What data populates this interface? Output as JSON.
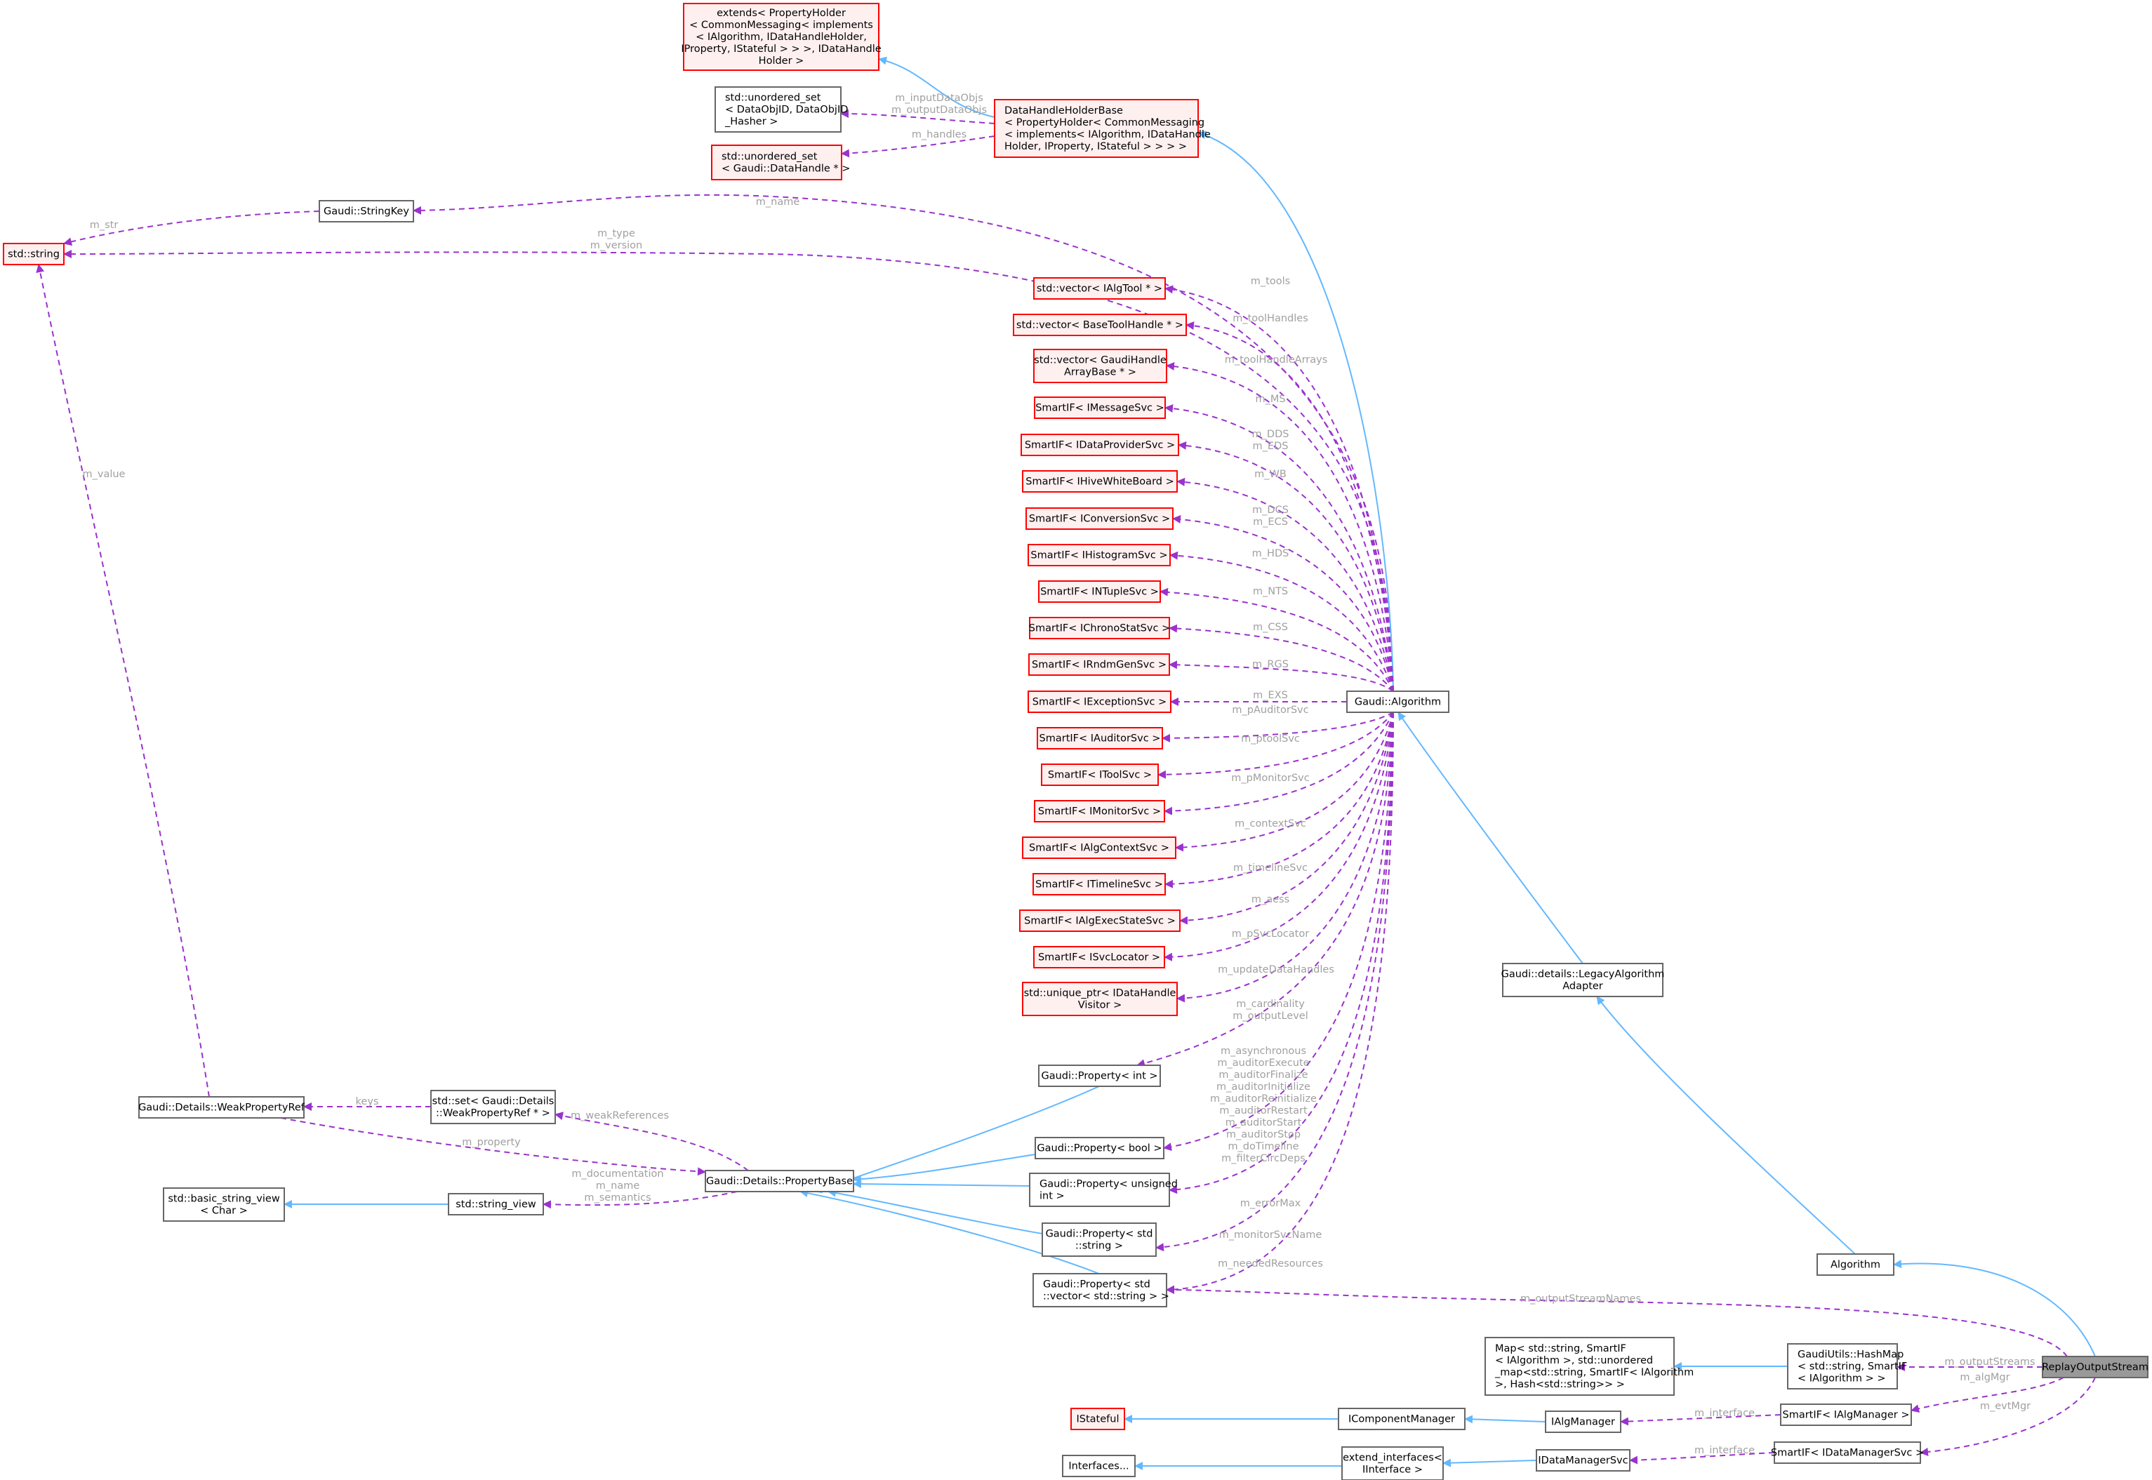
{
  "nodes": [
    {
      "id": "extends_ph",
      "lines": [
        "extends< PropertyHolder",
        "< CommonMessaging< implements",
        "< IAlgorithm, IDataHandleHolder,",
        "IProperty, IStateful > > >, IDataHandle",
        "Holder >"
      ],
      "style": "red",
      "align": "center"
    },
    {
      "id": "dhhb",
      "lines": [
        "DataHandleHolderBase",
        "< PropertyHolder< CommonMessaging",
        "< implements< IAlgorithm, IDataHandle",
        "Holder, IProperty, IStateful > > > >"
      ],
      "style": "red",
      "align": "left"
    },
    {
      "id": "uset_dataobj",
      "lines": [
        "std::unordered_set",
        "< DataObjID, DataObjID",
        "_Hasher >"
      ],
      "style": "plain",
      "align": "left"
    },
    {
      "id": "uset_datahandle",
      "lines": [
        "std::unordered_set",
        "< Gaudi::DataHandle * >"
      ],
      "style": "red",
      "align": "left"
    },
    {
      "id": "stringkey",
      "lines": [
        "Gaudi::StringKey"
      ],
      "style": "plain",
      "align": "center"
    },
    {
      "id": "stdstring",
      "lines": [
        "std::string"
      ],
      "style": "red",
      "align": "center"
    },
    {
      "id": "vec_algtool",
      "lines": [
        "std::vector< IAlgTool * >"
      ],
      "style": "red",
      "align": "center"
    },
    {
      "id": "vec_basetoolhandle",
      "lines": [
        "std::vector< BaseToolHandle * >"
      ],
      "style": "red",
      "align": "center"
    },
    {
      "id": "vec_gaudihandle",
      "lines": [
        "std::vector< GaudiHandle",
        "ArrayBase * >"
      ],
      "style": "red",
      "align": "center"
    },
    {
      "id": "sif_msg",
      "lines": [
        "SmartIF< IMessageSvc >"
      ],
      "style": "red",
      "align": "center"
    },
    {
      "id": "sif_dataprov",
      "lines": [
        "SmartIF< IDataProviderSvc >"
      ],
      "style": "red",
      "align": "center"
    },
    {
      "id": "sif_hive",
      "lines": [
        "SmartIF< IHiveWhiteBoard >"
      ],
      "style": "red",
      "align": "center"
    },
    {
      "id": "sif_conv",
      "lines": [
        "SmartIF< IConversionSvc >"
      ],
      "style": "red",
      "align": "center"
    },
    {
      "id": "sif_hist",
      "lines": [
        "SmartIF< IHistogramSvc >"
      ],
      "style": "red",
      "align": "center"
    },
    {
      "id": "sif_ntuple",
      "lines": [
        "SmartIF< INTupleSvc >"
      ],
      "style": "red",
      "align": "center"
    },
    {
      "id": "sif_chrono",
      "lines": [
        "SmartIF< IChronoStatSvc >"
      ],
      "style": "red",
      "align": "center"
    },
    {
      "id": "sif_rndm",
      "lines": [
        "SmartIF< IRndmGenSvc >"
      ],
      "style": "red",
      "align": "center"
    },
    {
      "id": "sif_exc",
      "lines": [
        "SmartIF< IExceptionSvc >"
      ],
      "style": "red",
      "align": "center"
    },
    {
      "id": "sif_aud",
      "lines": [
        "SmartIF< IAuditorSvc >"
      ],
      "style": "red",
      "align": "center"
    },
    {
      "id": "sif_tool",
      "lines": [
        "SmartIF< IToolSvc >"
      ],
      "style": "red",
      "align": "center"
    },
    {
      "id": "sif_mon",
      "lines": [
        "SmartIF< IMonitorSvc >"
      ],
      "style": "red",
      "align": "center"
    },
    {
      "id": "sif_algctx",
      "lines": [
        "SmartIF< IAlgContextSvc >"
      ],
      "style": "red",
      "align": "center"
    },
    {
      "id": "sif_timeline",
      "lines": [
        "SmartIF< ITimelineSvc >"
      ],
      "style": "red",
      "align": "center"
    },
    {
      "id": "sif_algexec",
      "lines": [
        "SmartIF< IAlgExecStateSvc >"
      ],
      "style": "red",
      "align": "center"
    },
    {
      "id": "sif_svcloc",
      "lines": [
        "SmartIF< ISvcLocator >"
      ],
      "style": "red",
      "align": "center"
    },
    {
      "id": "uptr_visitor",
      "lines": [
        "std::unique_ptr< IDataHandle",
        "Visitor >"
      ],
      "style": "red",
      "align": "center"
    },
    {
      "id": "gaudi_algorithm",
      "lines": [
        "Gaudi::Algorithm"
      ],
      "style": "plain",
      "align": "center"
    },
    {
      "id": "legacy_adapter",
      "lines": [
        "Gaudi::details::LegacyAlgorithm",
        "Adapter"
      ],
      "style": "plain",
      "align": "center"
    },
    {
      "id": "prop_int",
      "lines": [
        "Gaudi::Property< int >"
      ],
      "style": "plain",
      "align": "center"
    },
    {
      "id": "prop_bool",
      "lines": [
        "Gaudi::Property< bool >"
      ],
      "style": "plain",
      "align": "center"
    },
    {
      "id": "prop_uint",
      "lines": [
        "Gaudi::Property< unsigned",
        "int >"
      ],
      "style": "plain",
      "align": "left"
    },
    {
      "id": "prop_string",
      "lines": [
        "Gaudi::Property< std",
        "::string >"
      ],
      "style": "plain",
      "align": "center"
    },
    {
      "id": "prop_vecstring",
      "lines": [
        "Gaudi::Property< std",
        "::vector< std::string > >"
      ],
      "style": "plain",
      "align": "left"
    },
    {
      "id": "weakpropref",
      "lines": [
        "Gaudi::Details::WeakPropertyRef"
      ],
      "style": "plain",
      "align": "center"
    },
    {
      "id": "set_weakref",
      "lines": [
        "std::set< Gaudi::Details",
        "::WeakPropertyRef * >"
      ],
      "style": "plain",
      "align": "center"
    },
    {
      "id": "propbase",
      "lines": [
        "Gaudi::Details::PropertyBase"
      ],
      "style": "plain",
      "align": "center"
    },
    {
      "id": "basic_sv",
      "lines": [
        "std::basic_string_view",
        "< Char >"
      ],
      "style": "plain",
      "align": "center"
    },
    {
      "id": "string_view",
      "lines": [
        "std::string_view"
      ],
      "style": "plain",
      "align": "center"
    },
    {
      "id": "algorithm",
      "lines": [
        "Algorithm"
      ],
      "style": "plain",
      "align": "center"
    },
    {
      "id": "map_node",
      "lines": [
        "Map< std::string, SmartIF",
        "< IAlgorithm >, std::unordered",
        "_map<std::string, SmartIF< IAlgorithm",
        ">, Hash<std::string>> >"
      ],
      "style": "plain",
      "align": "left"
    },
    {
      "id": "hashmap",
      "lines": [
        "GaudiUtils::HashMap",
        "< std::string, SmartIF",
        "< IAlgorithm > >"
      ],
      "style": "plain",
      "align": "left"
    },
    {
      "id": "replay",
      "lines": [
        "ReplayOutputStream"
      ],
      "style": "gray",
      "align": "center"
    },
    {
      "id": "istateful",
      "lines": [
        "IStateful"
      ],
      "style": "red",
      "align": "center"
    },
    {
      "id": "icompmgr",
      "lines": [
        "IComponentManager"
      ],
      "style": "plain",
      "align": "center"
    },
    {
      "id": "ialgmgr",
      "lines": [
        "IAlgManager"
      ],
      "style": "plain",
      "align": "center"
    },
    {
      "id": "sif_algmgr",
      "lines": [
        "SmartIF< IAlgManager >"
      ],
      "style": "plain",
      "align": "center"
    },
    {
      "id": "interfaces",
      "lines": [
        "Interfaces..."
      ],
      "style": "plain",
      "align": "center"
    },
    {
      "id": "extend_interfaces",
      "lines": [
        "extend_interfaces<",
        "IInterface >"
      ],
      "style": "plain",
      "align": "center"
    },
    {
      "id": "idatamgr",
      "lines": [
        "IDataManagerSvc"
      ],
      "style": "plain",
      "align": "center"
    },
    {
      "id": "sif_datamgr",
      "lines": [
        "SmartIF< IDataManagerSvc >"
      ],
      "style": "plain",
      "align": "center"
    }
  ],
  "edge_labels": [
    {
      "id": "lbl_inputoutput",
      "lines": [
        "m_inputDataObjs",
        "m_outputDataObjs"
      ]
    },
    {
      "id": "lbl_handles",
      "lines": [
        "m_handles"
      ]
    },
    {
      "id": "lbl_str",
      "lines": [
        "m_str"
      ]
    },
    {
      "id": "lbl_name",
      "lines": [
        "m_name"
      ]
    },
    {
      "id": "lbl_type_version",
      "lines": [
        "m_type",
        "m_version"
      ]
    },
    {
      "id": "lbl_value",
      "lines": [
        "m_value"
      ]
    },
    {
      "id": "lbl_tools",
      "lines": [
        "m_tools"
      ]
    },
    {
      "id": "lbl_toolhandles",
      "lines": [
        "m_toolHandles"
      ]
    },
    {
      "id": "lbl_toolhandlearrays",
      "lines": [
        "m_toolHandleArrays"
      ]
    },
    {
      "id": "lbl_ms",
      "lines": [
        "m_MS"
      ]
    },
    {
      "id": "lbl_dds_eds",
      "lines": [
        "m_DDS",
        "m_EDS"
      ]
    },
    {
      "id": "lbl_wb",
      "lines": [
        "m_WB"
      ]
    },
    {
      "id": "lbl_dcs_ecs",
      "lines": [
        "m_DCS",
        "m_ECS"
      ]
    },
    {
      "id": "lbl_hds",
      "lines": [
        "m_HDS"
      ]
    },
    {
      "id": "lbl_nts",
      "lines": [
        "m_NTS"
      ]
    },
    {
      "id": "lbl_css",
      "lines": [
        "m_CSS"
      ]
    },
    {
      "id": "lbl_rgs",
      "lines": [
        "m_RGS"
      ]
    },
    {
      "id": "lbl_exs",
      "lines": [
        "m_EXS"
      ]
    },
    {
      "id": "lbl_pauditorsvc",
      "lines": [
        "m_pAuditorSvc"
      ]
    },
    {
      "id": "lbl_ptoolsvc",
      "lines": [
        "m_ptoolSvc"
      ]
    },
    {
      "id": "lbl_pmonitorsvc",
      "lines": [
        "m_pMonitorSvc"
      ]
    },
    {
      "id": "lbl_contextsvc",
      "lines": [
        "m_contextSvc"
      ]
    },
    {
      "id": "lbl_timelinesvc",
      "lines": [
        "m_timelineSvc"
      ]
    },
    {
      "id": "lbl_aess",
      "lines": [
        "m_aess"
      ]
    },
    {
      "id": "lbl_psvclocator",
      "lines": [
        "m_pSvcLocator"
      ]
    },
    {
      "id": "lbl_updatedatahandles",
      "lines": [
        "m_updateDataHandles"
      ]
    },
    {
      "id": "lbl_cardinality",
      "lines": [
        "m_cardinality",
        "m_outputLevel"
      ]
    },
    {
      "id": "lbl_bools",
      "lines": [
        "m_asynchronous",
        "m_auditorExecute",
        "m_auditorFinalize",
        "m_auditorInitialize",
        "m_auditorReinitialize",
        "m_auditorRestart",
        "m_auditorStart",
        "m_auditorStop",
        "m_doTimeline",
        "m_filterCircDeps"
      ]
    },
    {
      "id": "lbl_errormax",
      "lines": [
        "m_errorMax"
      ]
    },
    {
      "id": "lbl_monitorsvcname",
      "lines": [
        "m_monitorSvcName"
      ]
    },
    {
      "id": "lbl_neededresources",
      "lines": [
        "m_neededResources"
      ]
    },
    {
      "id": "lbl_keys",
      "lines": [
        "keys"
      ]
    },
    {
      "id": "lbl_weakrefs",
      "lines": [
        "m_weakReferences"
      ]
    },
    {
      "id": "lbl_property",
      "lines": [
        "m_property"
      ]
    },
    {
      "id": "lbl_doc",
      "lines": [
        "m_documentation",
        "m_name",
        "m_semantics"
      ]
    },
    {
      "id": "lbl_outputstreamnames",
      "lines": [
        "m_outputStreamNames"
      ]
    },
    {
      "id": "lbl_outputstreams",
      "lines": [
        "m_outputStreams"
      ]
    },
    {
      "id": "lbl_algmgr",
      "lines": [
        "m_algMgr"
      ]
    },
    {
      "id": "lbl_interface1",
      "lines": [
        "m_interface"
      ]
    },
    {
      "id": "lbl_evtmgr",
      "lines": [
        "m_evtMgr"
      ]
    },
    {
      "id": "lbl_interface2",
      "lines": [
        "m_interface"
      ]
    }
  ]
}
